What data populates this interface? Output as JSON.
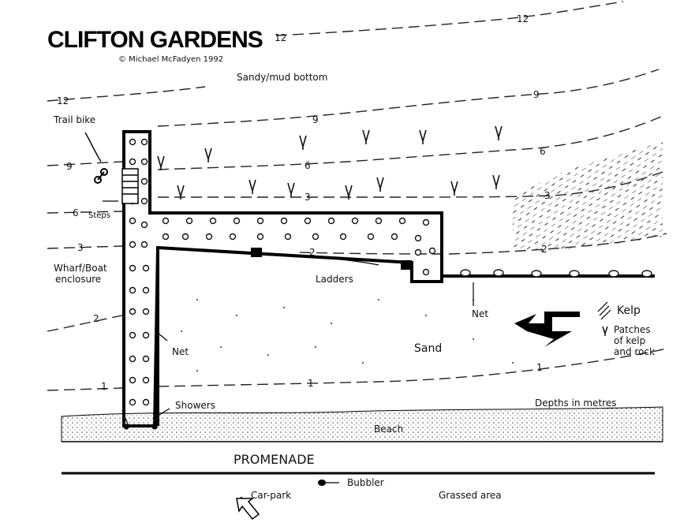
{
  "map": {
    "title": "CLIFTON GARDENS",
    "copyright": "© Michael McFadyen 1992",
    "labels": {
      "sandy_mud": "Sandy/mud bottom",
      "trail_bike": "Trail bike",
      "steps": "Steps",
      "wharf": "Wharf/Boat",
      "enclosure": "enclosure",
      "ladders": "Ladders",
      "net_right": "Net",
      "net_left": "Net",
      "sand": "Sand",
      "showers": "Showers",
      "depths": "Depths in metres",
      "beach": "Beach",
      "promenade": "PROMENADE",
      "bubbler": "Bubbler",
      "car_park": "Car-park",
      "grassed": "Grassed area"
    },
    "legend": {
      "kelp": "Kelp",
      "patches_1": "Patches",
      "patches_2": "of kelp",
      "patches_3": "and rock"
    },
    "contours": {
      "d12a": "12",
      "d12b": "12",
      "d12c": "12",
      "d9a": "9",
      "d9b": "9",
      "d9c": "9",
      "d6a": "6",
      "d6b": "6",
      "d6c": "6",
      "d3a": "3",
      "d3b": "3",
      "d3c": "3",
      "d2a": "2",
      "d2b": "2",
      "d2c": "2",
      "d1a": "1",
      "d1b": "1",
      "d1c": "1"
    },
    "colors": {
      "ink": "#000000",
      "paper": "#ffffff"
    }
  }
}
